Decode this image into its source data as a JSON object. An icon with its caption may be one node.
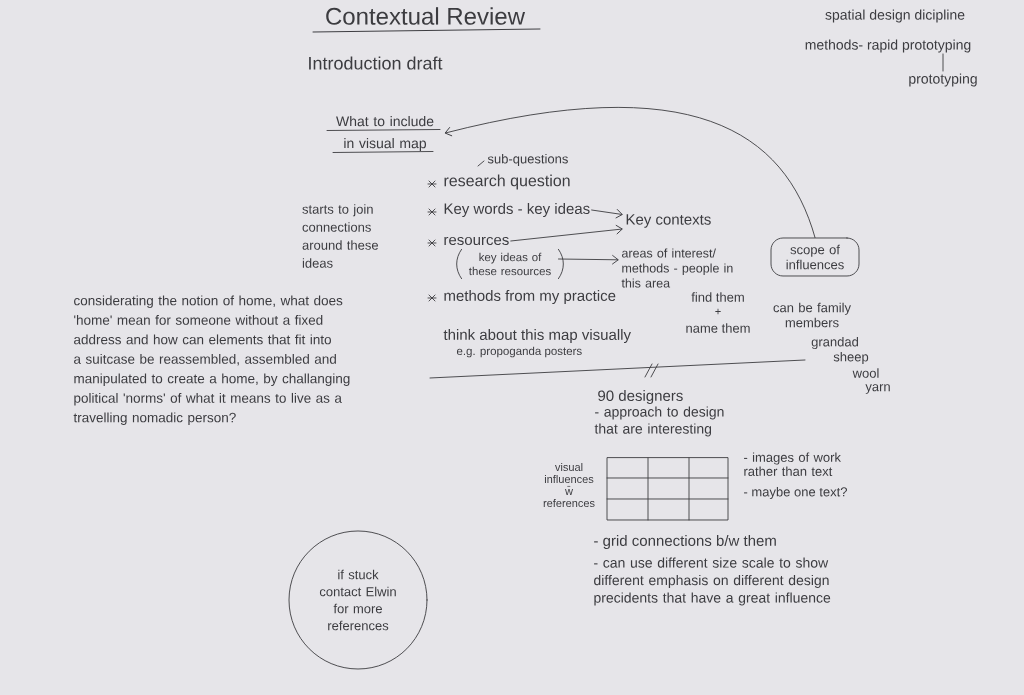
{
  "diagram": {
    "title": "Contextual Review",
    "nodes": [
      {
        "text": [
          "methods- rapid prototyping"
        ]
      },
      {
        "text": [
          "prototyping"
        ]
      },
      {
        "text": [
          "What to include in visual map"
        ]
      },
      {
        "text": [
          "Key words - key ideas"
        ]
      },
      {
        "text": [
          "Key contexts"
        ]
      },
      {
        "text": [
          "resources"
        ]
      },
      {
        "text": [
          "key ideas of these resources"
        ]
      },
      {
        "text": [
          "areas of interest/ methods - people in this area"
        ]
      },
      {
        "text": [
          "scope of influences"
        ]
      },
      {
        "text": [
          "if stuck contact Elwin for more references"
        ]
      }
    ],
    "edges": [
      {
        "from": 0,
        "to": 1,
        "arrow": "none"
      },
      {
        "from": 8,
        "to": 2,
        "arrow": "to"
      },
      {
        "from": 3,
        "to": 4,
        "arrow": "to"
      },
      {
        "from": 5,
        "to": 4,
        "arrow": "to"
      },
      {
        "from": 6,
        "to": 7,
        "arrow": "to"
      }
    ],
    "labels": [
      "Introduction draft",
      "spatial design dicipline",
      "sub-questions",
      "research question",
      "starts to join connections around these ideas",
      "methods from my practice",
      "considerating the notion of home, what does 'home' mean for someone without a fixed address and how can elements that fit into a suitcase be reassembled, assembled and manipulated to create a home, by challanging political 'norms' of what it means to live as a travelling nomadic person?",
      "think about this map visually",
      "e.g. propoganda posters",
      "find them",
      "+",
      "name them",
      "can be family members",
      "grandad",
      "sheep",
      "wool",
      "yarn",
      "90 designers",
      "- approach to design that are interesting",
      "visual influences w̄ references",
      "- images of work rather than text",
      "- maybe one text?",
      "- grid connections b/w them",
      "- can use different size scale to show different emphasis on different design precidents that have a great influence"
    ]
  }
}
